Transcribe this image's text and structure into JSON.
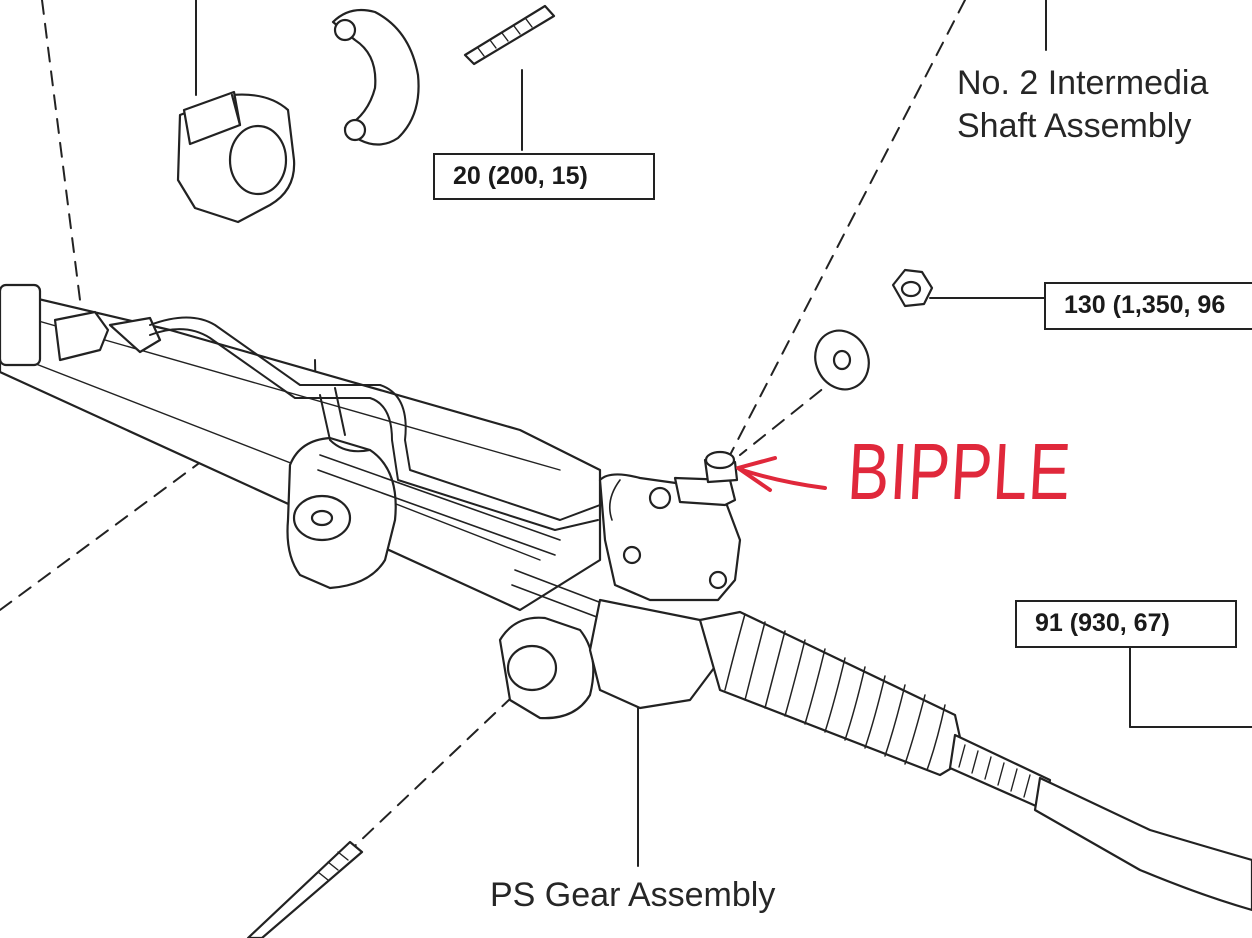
{
  "callouts": {
    "stud_torque": "20 (200, 15)",
    "nut_torque": "130 (1,350, 96",
    "tie_rod_torque": "91 (930, 67)"
  },
  "labels": {
    "intermediate_shaft_line1": "No. 2 Intermedia",
    "intermediate_shaft_line2": "Shaft Assembly",
    "ps_gear_assembly": "PS Gear Assembly"
  },
  "annotation": {
    "text": "BIPPLE",
    "color": "#e0283b"
  }
}
